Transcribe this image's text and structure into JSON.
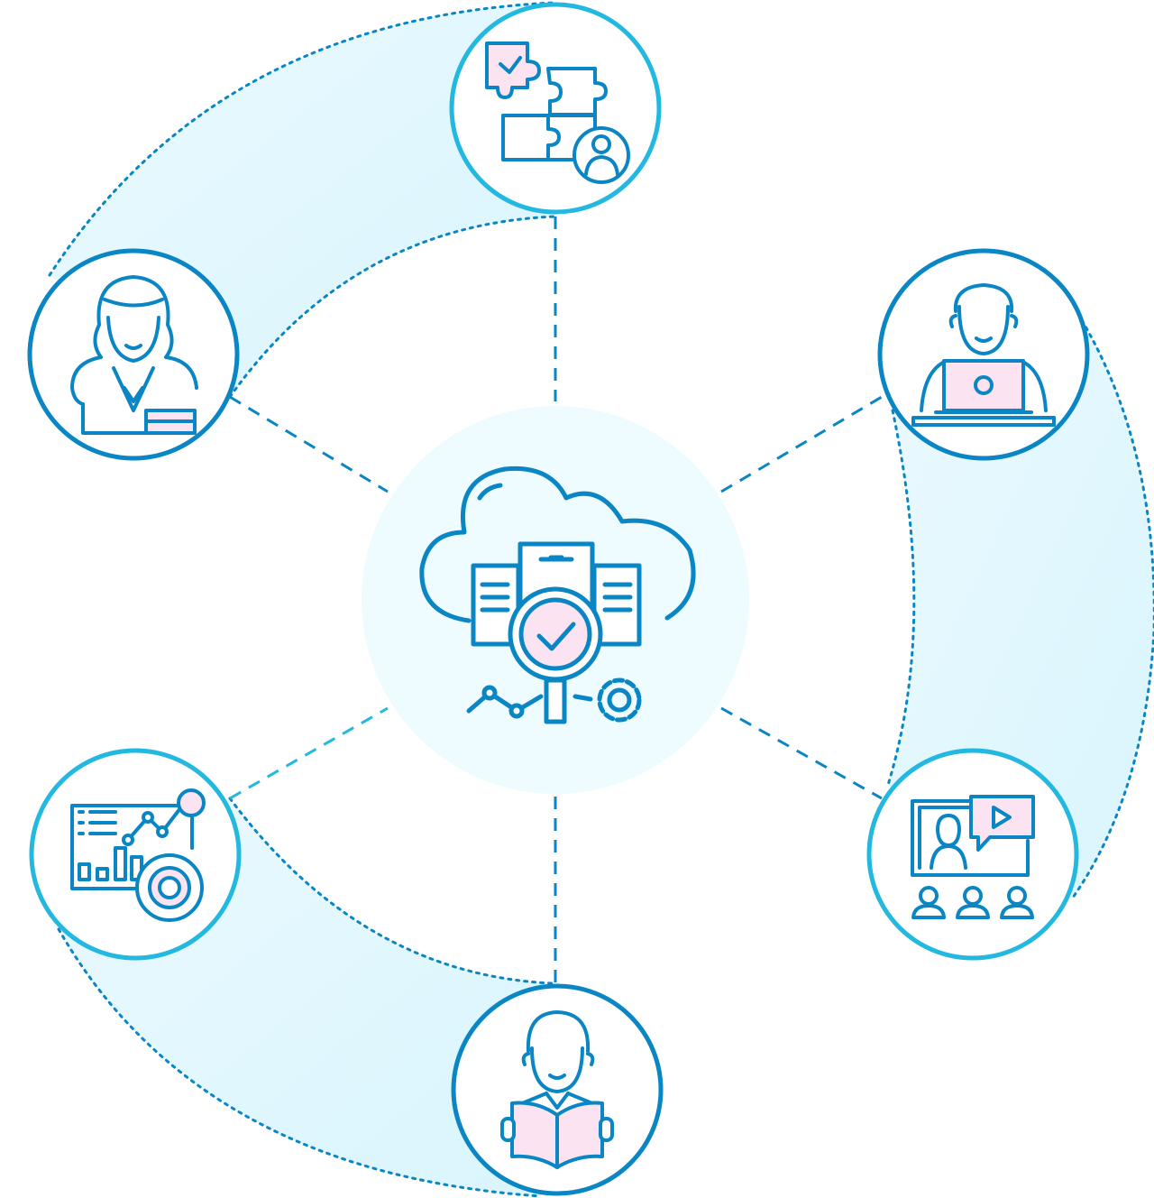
{
  "diagram": {
    "colors": {
      "primary": "#0A86C4",
      "light_ring": "#22B8E0",
      "band_fill": "#DDF6FD",
      "center_fill": "#EEFBFF",
      "accent_pink": "#FBE3F2",
      "background": "#FFFFFF"
    },
    "center": {
      "icon": "cloud-server-search-icon"
    },
    "nodes": [
      {
        "id": "top",
        "icon": "puzzle-user-icon"
      },
      {
        "id": "upper-left",
        "icon": "woman-teacher-icon"
      },
      {
        "id": "upper-right",
        "icon": "man-laptop-icon"
      },
      {
        "id": "lower-left",
        "icon": "analytics-dashboard-icon"
      },
      {
        "id": "lower-right",
        "icon": "video-presentation-icon"
      },
      {
        "id": "bottom",
        "icon": "man-reading-book-icon"
      }
    ]
  }
}
